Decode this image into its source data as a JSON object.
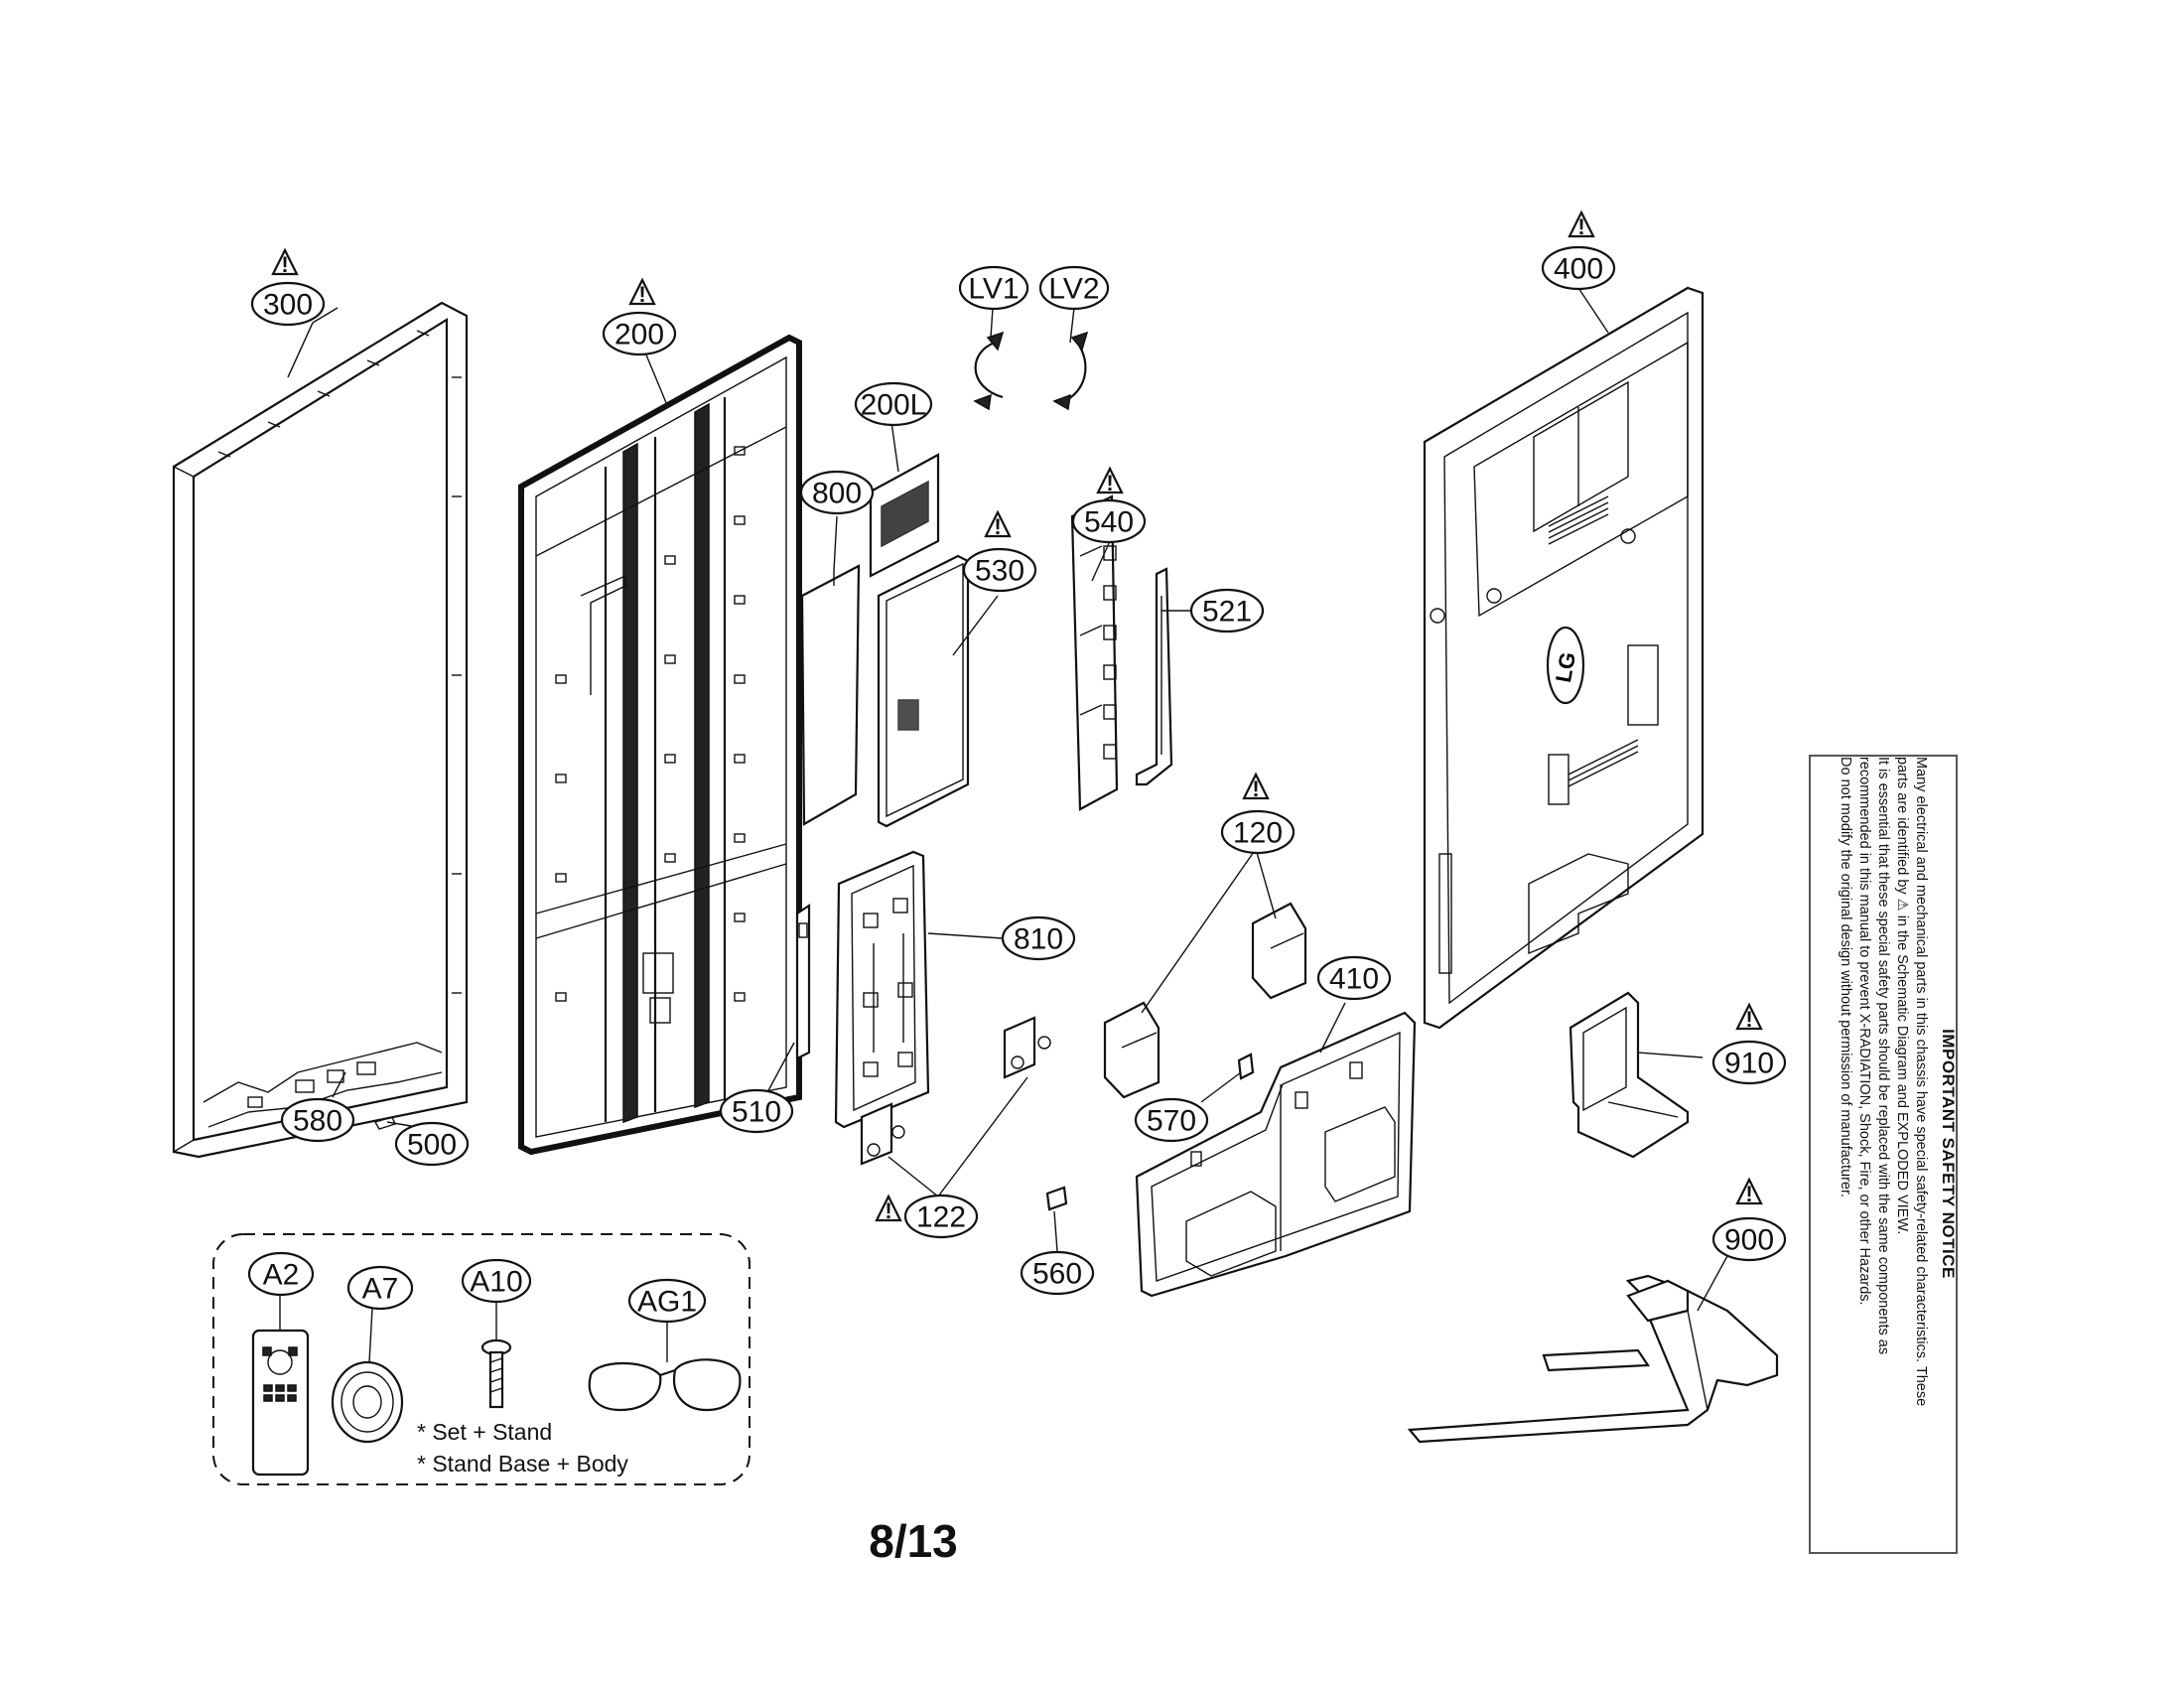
{
  "page_number": "8/13",
  "callouts": {
    "c300": "300",
    "c200": "200",
    "cLV1": "LV1",
    "cLV2": "LV2",
    "c200L": "200L",
    "c800": "800",
    "c530": "530",
    "c540": "540",
    "c521": "521",
    "c400": "400",
    "c120": "120",
    "c410": "410",
    "c810": "810",
    "c510": "510",
    "c580": "580",
    "c500": "500",
    "c570": "570",
    "c910": "910",
    "c122": "122",
    "c560": "560",
    "c900": "900",
    "cA2": "A2",
    "cA7": "A7",
    "cA10": "A10",
    "cAG1": "AG1"
  },
  "safety_mark": "!",
  "accessory_notes": {
    "note1": "* Set + Stand",
    "note2": "* Stand Base + Body"
  },
  "logo": "LG",
  "safety_notice": {
    "title": "IMPORTANT SAFETY NOTICE",
    "line1": "Many electrical and mechanical parts in this chassis have special safety-related characteristics. These",
    "line2": "parts are identified by ⚠ in the Schematic Diagram and EXPLODED VIEW.",
    "line3": "It is essential that these special safety parts should be replaced with the same components as",
    "line4": "recommended in this manual to prevent X-RADIATION, Shock, Fire, or other Hazards.",
    "line5": "Do not modify the original design without permission of manufacturer."
  }
}
